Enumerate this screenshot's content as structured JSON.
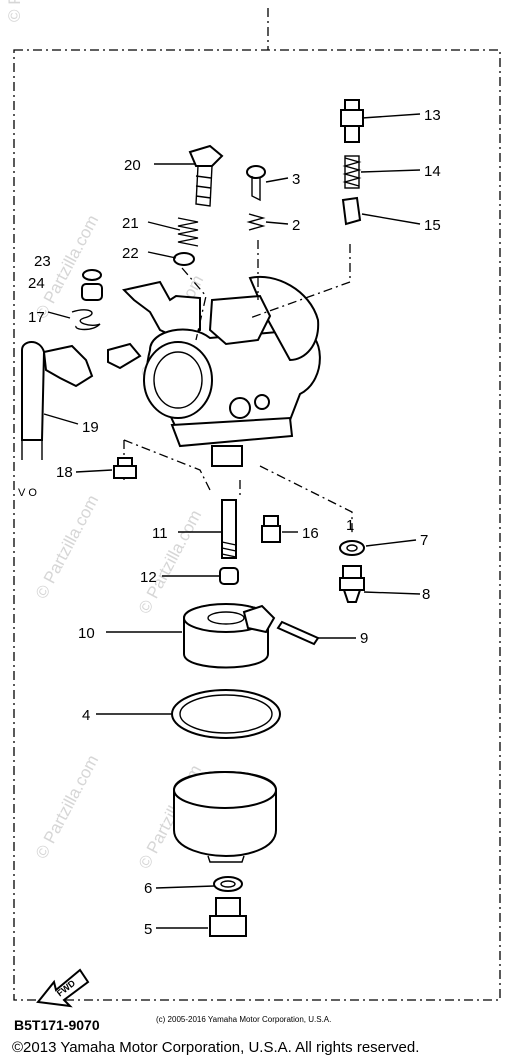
{
  "watermark": {
    "text": "© Partzilla.com",
    "corner_text": "© Pa"
  },
  "callouts": [
    "1",
    "2",
    "3",
    "4",
    "5",
    "6",
    "7",
    "8",
    "9",
    "10",
    "11",
    "12",
    "13",
    "14",
    "15",
    "16",
    "17",
    "18",
    "19",
    "20",
    "21",
    "22",
    "23",
    "24"
  ],
  "hose_label": "V O",
  "fwd_label": "FWD",
  "diagram_code": "B5T171-9070",
  "small_copyright": "(c) 2005-2016 Yamaha Motor Corporation, U.S.A.",
  "footer_copyright": "©2013 Yamaha Motor Corporation, U.S.A. All rights reserved."
}
